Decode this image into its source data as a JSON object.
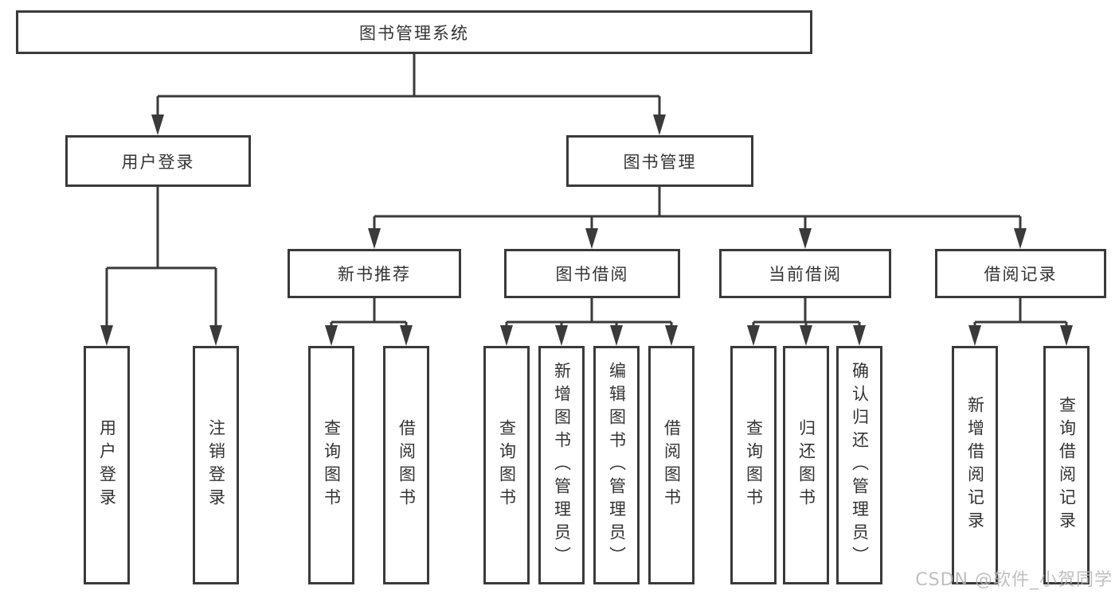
{
  "diagram": {
    "root": {
      "label": "图书管理系统"
    },
    "level1": {
      "user_login": {
        "label": "用户登录"
      },
      "book_mgmt": {
        "label": "图书管理"
      }
    },
    "level2": {
      "new_book": {
        "label": "新书推荐"
      },
      "book_borrow": {
        "label": "图书借阅"
      },
      "current_borrow": {
        "label": "当前借阅"
      },
      "borrow_record": {
        "label": "借阅记录"
      }
    },
    "leaves": {
      "user_login": {
        "label": "用户登录"
      },
      "logout": {
        "label": "注销登录"
      },
      "nb_query_book": {
        "label": "查询图书"
      },
      "nb_borrow_book": {
        "label": "借阅图书"
      },
      "bb_query_book": {
        "label": "查询图书"
      },
      "bb_add_book": {
        "label": "新增图书（管理员）"
      },
      "bb_edit_book": {
        "label": "编辑图书（管理员）"
      },
      "bb_borrow_book": {
        "label": "借阅图书"
      },
      "cb_query_book": {
        "label": "查询图书"
      },
      "cb_return_book": {
        "label": "归还图书"
      },
      "cb_confirm_return": {
        "label": "确认归还（管理员）"
      },
      "br_add_record": {
        "label": "新增借阅记录"
      },
      "br_query_record": {
        "label": "查询借阅记录"
      }
    }
  },
  "watermark": "CSDN @软件_小贺同学",
  "colors": {
    "line": "#3a3a3a",
    "text": "#333333",
    "background": "#ffffff",
    "watermark": "#b4b4b4"
  }
}
